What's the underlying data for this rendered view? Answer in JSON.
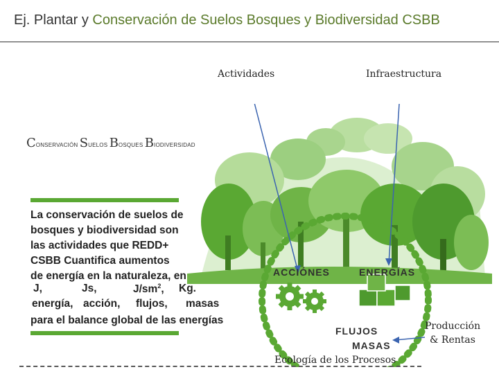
{
  "header": {
    "prefix": "Ej. Plantar y ",
    "title_green": "Conservación de Suelos  Bosques y Biodiversidad CSBB"
  },
  "logo": {
    "c": "C",
    "c_small": "ONSERVACIÓN ",
    "s": "S",
    "s_small": "UELOS ",
    "b1": "B",
    "b1_small": "OSQUES ",
    "b2": "B",
    "b2_small": "IODIVERSIDAD"
  },
  "paragraph": {
    "lines": [
      "La conservación de suelos de",
      "bosques y biodiversidad son",
      "las actividades que  REDD+",
      "CSBB  Cuantifica  aumentos",
      "de energía en la naturaleza, en"
    ],
    "units": [
      "J,",
      "Js,",
      "J/sm",
      "2",
      ",",
      "Kg."
    ],
    "quantities": [
      "energía,",
      "acción,",
      "flujos,",
      "masas"
    ],
    "last_line": "para el balance global de las energías"
  },
  "diagram": {
    "actividades": "Actividades",
    "infraestructura": "Infraestructura",
    "acciones": "ACCIÓNES",
    "energias": "ENERGÍAS",
    "flujos": "FLUJOS",
    "masas": "MASAS",
    "produccion_1": "Producción",
    "produccion_2": "& Rentas",
    "ecologia": "Ecología de los Procesos"
  },
  "colors": {
    "accent_green": "#5aa833",
    "tree_dark": "#4e9a2e",
    "tree_light": "#8fc96a",
    "arrow_blue": "#3b64b0"
  }
}
